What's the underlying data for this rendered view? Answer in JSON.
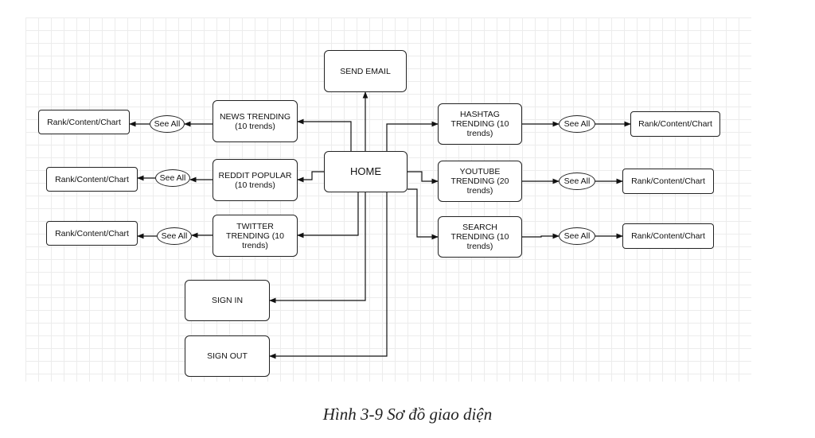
{
  "diagram": {
    "nodes": {
      "send_email": "SEND EMAIL",
      "home": "HOME",
      "news_trending": "NEWS TRENDING\n(10 trends)",
      "reddit_popular": "REDDIT POPULAR\n(10 trends)",
      "twitter_trending": "TWITTER\nTRENDING (10\ntrends)",
      "hashtag_trending": "HASHTAG\nTRENDING (10\ntrends)",
      "youtube_trending": "YOUTUBE\nTRENDING (20\ntrends)",
      "search_trending": "SEARCH\nTRENDING (10\ntrends)",
      "sign_in": "SIGN IN",
      "sign_out": "SIGN OUT",
      "see_all_label": "See All",
      "rank_label": "Rank/Content/Chart"
    },
    "edges": [
      [
        "home",
        "send_email"
      ],
      [
        "home",
        "news_trending"
      ],
      [
        "home",
        "reddit_popular"
      ],
      [
        "home",
        "twitter_trending"
      ],
      [
        "home",
        "hashtag_trending"
      ],
      [
        "home",
        "youtube_trending"
      ],
      [
        "home",
        "search_trending"
      ],
      [
        "home",
        "sign_in"
      ],
      [
        "home",
        "sign_out"
      ],
      [
        "news_trending",
        "see_all"
      ],
      [
        "reddit_popular",
        "see_all"
      ],
      [
        "twitter_trending",
        "see_all"
      ],
      [
        "hashtag_trending",
        "see_all"
      ],
      [
        "youtube_trending",
        "see_all"
      ],
      [
        "search_trending",
        "see_all"
      ],
      [
        "see_all",
        "rank_content_chart"
      ]
    ]
  },
  "caption": "Hình 3-9 Sơ đồ giao diện"
}
